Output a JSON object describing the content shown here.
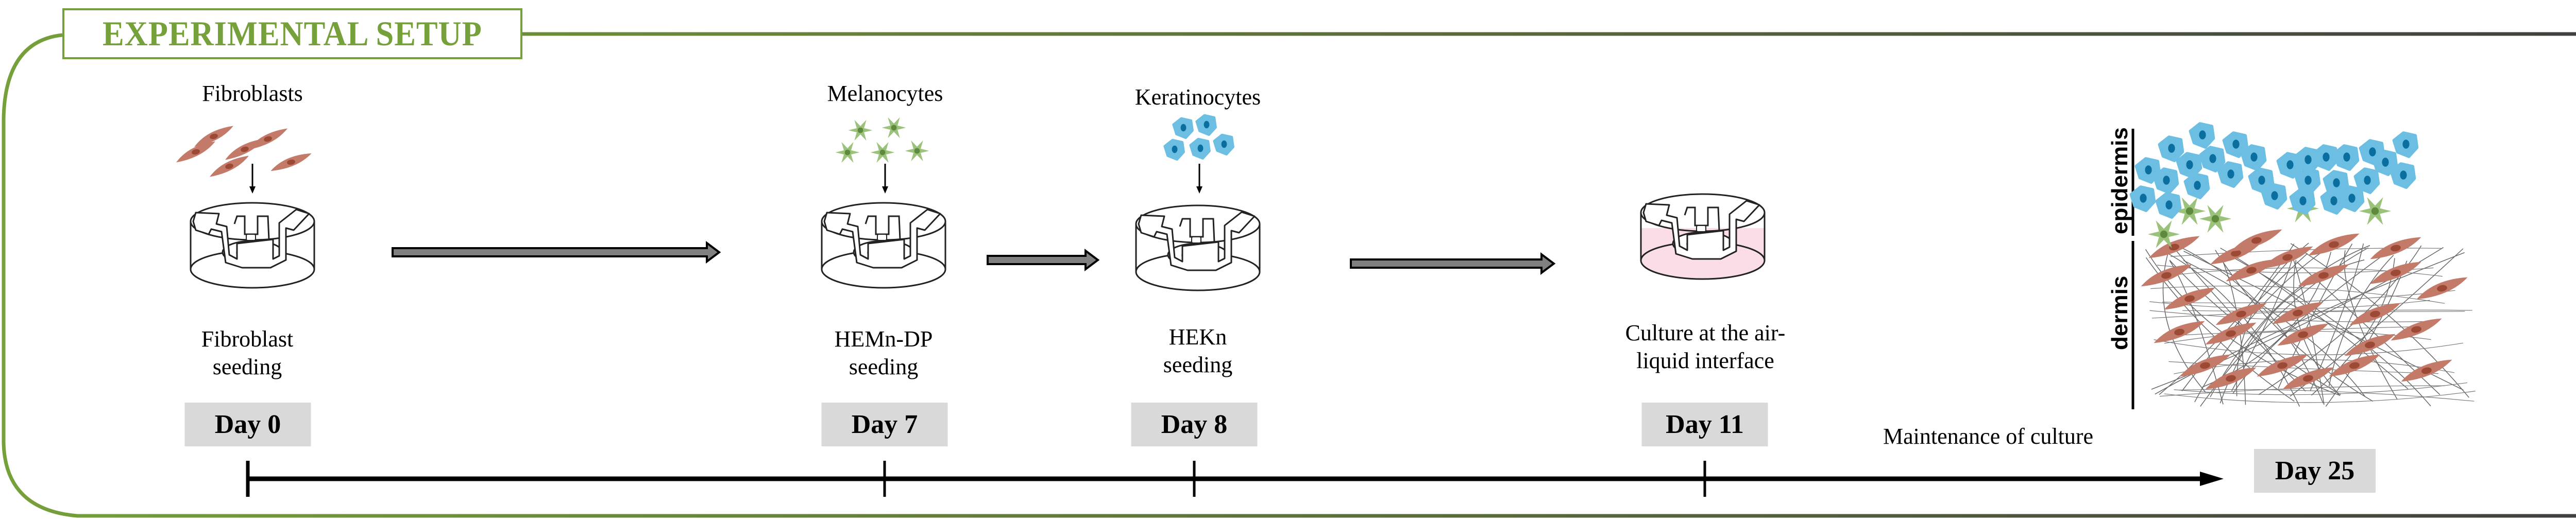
{
  "title": "EXPERIMENTAL SETUP",
  "colors": {
    "frame_green": "#76a03a",
    "frame_dark": "#3f3f3f",
    "day_box_bg": "#d9d9d9",
    "fibroblast": "#c47a68",
    "fibroblast_nucleus": "#9c4a36",
    "melanocyte": "#9bc27a",
    "melanocyte_nucleus": "#5f8a3d",
    "keratinocyte": "#6cbfe3",
    "keratinocyte_nucleus": "#0a6e9e",
    "process_arrow_fill": "#808080",
    "culture_medium": "#fbdde8"
  },
  "steps": [
    {
      "cell_label": "Fibroblasts",
      "cell_icon": "fibroblast-cluster-icon",
      "step_lines": [
        "Fibroblast",
        "seeding"
      ],
      "day": "Day 0"
    },
    {
      "cell_label": "Melanocytes",
      "cell_icon": "melanocyte-cluster-icon",
      "step_lines": [
        "HEMn-DP",
        "seeding"
      ],
      "day": "Day 7"
    },
    {
      "cell_label": "Keratinocytes",
      "cell_icon": "keratinocyte-cluster-icon",
      "step_lines": [
        "HEKn",
        "seeding"
      ],
      "day": "Day 8"
    },
    {
      "cell_label": "",
      "cell_icon": "",
      "step_lines": [
        "Culture at the air-",
        "liquid interface"
      ],
      "day": "Day 11"
    }
  ],
  "final": {
    "maintenance_label": "Maintenance of culture",
    "day": "Day 25",
    "layer_labels": {
      "epidermis": "epidermis",
      "dermis": "dermis"
    }
  }
}
